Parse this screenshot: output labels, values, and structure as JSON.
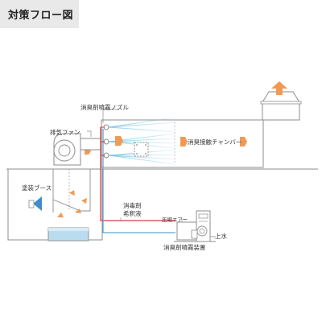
{
  "header": {
    "title": "対策フロー図"
  },
  "labels": {
    "nozzle": "消臭剤噴霧ノズル",
    "fan": "排気ファン",
    "chamber": "消臭接触チャンバー",
    "booth": "塗装ブース",
    "dilution_line1": "消毒剤",
    "dilution_line2": "希釈液",
    "compressed_air": "圧縮エアー",
    "water": "上水",
    "device": "消臭剤噴霧装置"
  },
  "colors": {
    "background": "#ffffff",
    "header_bg": "#e9e9e9",
    "line": "#8c8c8c",
    "spray": "#7ac4e6",
    "arrow_orange": "#f09a55",
    "red_pipe": "#d83c3c",
    "blue_pipe": "#5aa7d6",
    "tank_water": "#b9dcef"
  }
}
